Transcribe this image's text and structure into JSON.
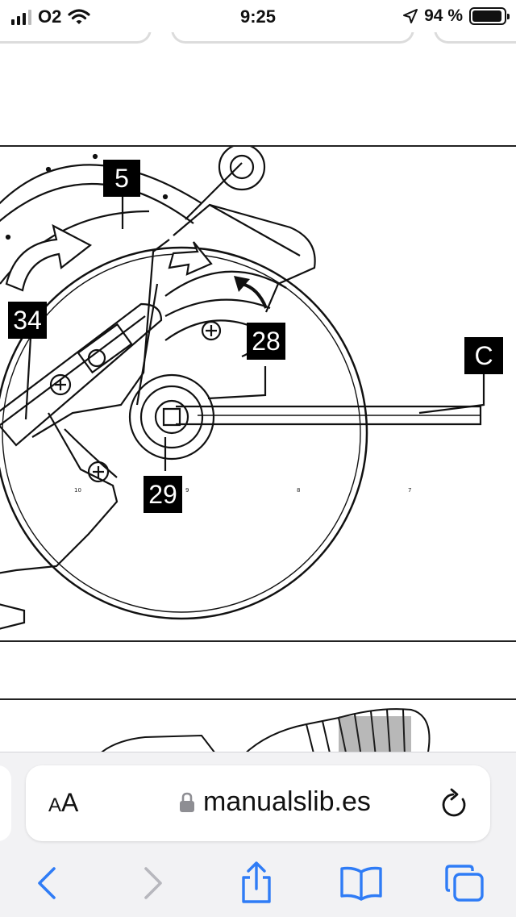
{
  "status_bar": {
    "carrier": "O2",
    "time": "9:25",
    "battery_percent": "94 %",
    "battery_level": 0.94
  },
  "diagram": {
    "callouts": {
      "c5": "5",
      "c34": "34",
      "c28": "28",
      "c29": "29",
      "cC": "C"
    },
    "scale_numbers": [
      "10",
      "9",
      "8",
      "7"
    ]
  },
  "browser": {
    "text_size_label_small": "A",
    "text_size_label_large": "A",
    "url": "manualslib.es",
    "icons": {
      "lock": "lock-icon",
      "reload": "reload-icon",
      "back": "back-icon",
      "forward": "forward-icon",
      "share": "share-icon",
      "bookmarks": "bookmarks-icon",
      "tabs": "tabs-icon"
    },
    "accent_color": "#2f7cf6",
    "disabled_color": "#b7b7bd"
  }
}
